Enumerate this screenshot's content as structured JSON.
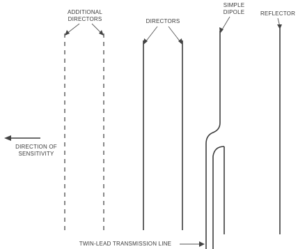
{
  "labels": {
    "additional_directors_line1": "ADDITIONAL",
    "additional_directors_line2": "DIRECTORS",
    "directors": "DIRECTORS",
    "simple_dipole_line1": "SIMPLE",
    "simple_dipole_line2": "DIPOLE",
    "reflector": "REFLECTOR",
    "direction_line1": "DIRECTION OF",
    "direction_line2": "SENSITIVITY",
    "transmission_line": "TWIN-LEAD TRANSMISSION LINE"
  },
  "colors": {
    "line": "#3c3c3c",
    "text": "#3a3a3a",
    "background": "#ffffff"
  }
}
